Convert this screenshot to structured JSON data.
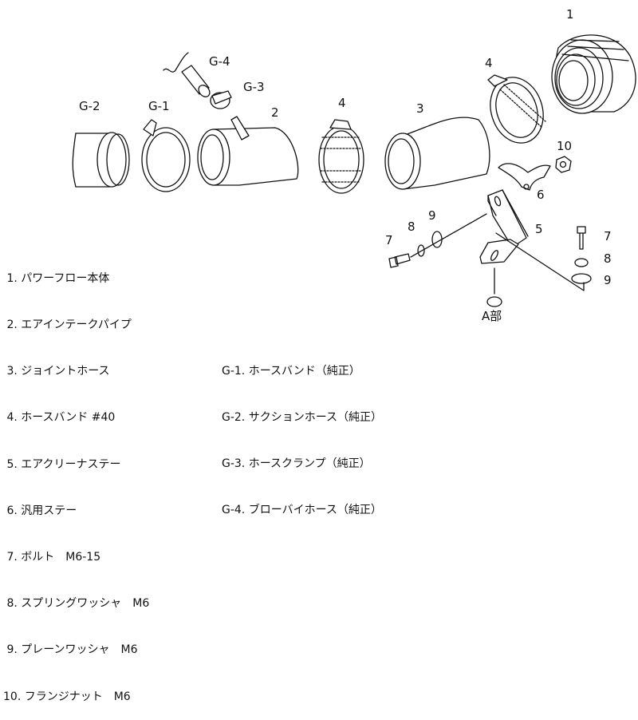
{
  "callouts": {
    "n1": "1",
    "n2": "2",
    "n3": "3",
    "n4a": "4",
    "n4b": "4",
    "n5": "5",
    "n6": "6",
    "n7a": "7",
    "n7b": "7",
    "n8a": "8",
    "n8b": "8",
    "n9a": "9",
    "n9b": "9",
    "n10": "10",
    "g1": "G-1",
    "g2": "G-2",
    "g3": "G-3",
    "g4": "G-4",
    "a_part": "A部"
  },
  "parts_list": [
    " 1. パワーフロー本体",
    " 2. エアインテークパイプ",
    " 3. ジョイントホース",
    " 4. ホースバンド #40",
    " 5. エアクリーナステー",
    " 6. 汎用ステー",
    " 7. ボルト　M6-15",
    " 8. スプリングワッシャ　M6",
    " 9. プレーンワッシャ　M6",
    "10. フランジナット　M6"
  ],
  "genuine_list": [
    "G-1. ホースバンド（純正）",
    "G-2. サクションホース（純正）",
    "G-3. ホースクランプ（純正）",
    "G-4. ブローバイホース（純正）"
  ]
}
